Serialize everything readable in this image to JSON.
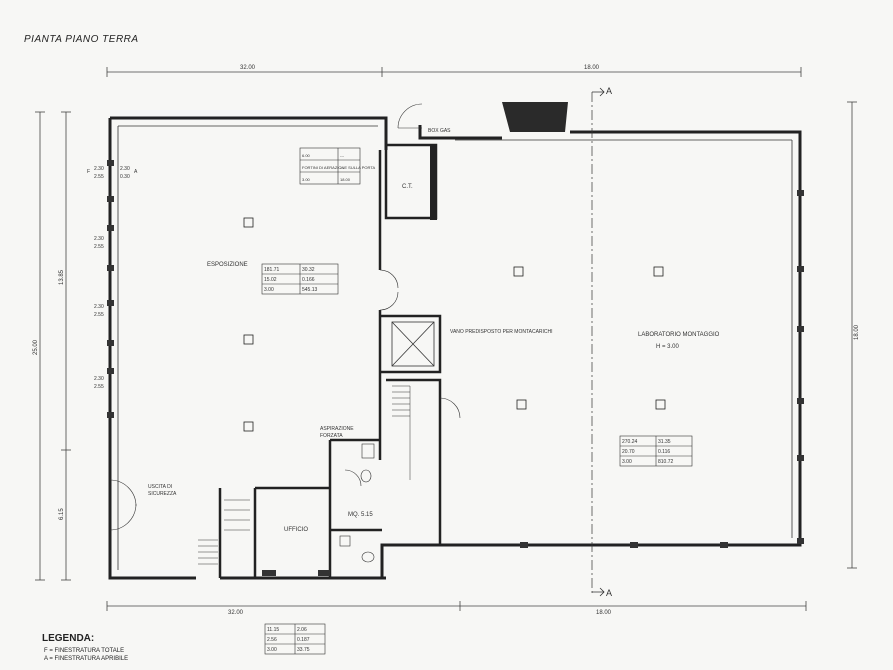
{
  "title": "PIANTA PIANO TERRA",
  "rooms": {
    "esposizione": "ESPOSIZIONE",
    "ct": "C.T.",
    "ufficio": "UFFICIO",
    "laboratorio": "LABORATORIO MONTAGGIO",
    "laboratorio_h": "H = 3.00",
    "wc": "MQ. 5.15",
    "aspirazione_1": "ASPIRAZIONE",
    "aspirazione_2": "FORZATA",
    "uscita_1": "USCITA DI",
    "uscita_2": "SICUREZZA",
    "vano_montacarichi": "VANO PREDISPOSTO PER MONTACARICHI",
    "box_gas": "BOX GAS",
    "section_a": "A"
  },
  "dimensions": {
    "top_left": "32.00",
    "top_right": "18.00",
    "bottom_left": "32.00",
    "bottom_right": "18.00",
    "left_overall": "25.00",
    "left_upper": "13.85",
    "left_lower": "6.15",
    "right_overall": "18.00"
  },
  "window_labels": {
    "w1": "2.30",
    "w2": "2.55",
    "w3": "0.30",
    "f": "F",
    "a": "A"
  },
  "tables": {
    "esposizione": [
      [
        "181.71",
        "30.32"
      ],
      [
        "15.02",
        "0.166"
      ],
      [
        "3.00",
        "545.13"
      ]
    ],
    "laboratorio": [
      [
        "270.24",
        "31.35"
      ],
      [
        "20.70",
        "0.116"
      ],
      [
        "3.00",
        "810.72"
      ]
    ],
    "door_sign": [
      [
        "6.00",
        "---"
      ],
      [
        "FORTINI DI AERAZIONE SULLA PORTA",
        "---"
      ],
      [
        "3.00",
        "18.00"
      ]
    ],
    "ufficio": [
      [
        "11.15",
        "2.06"
      ],
      [
        "2.56",
        "0.187"
      ],
      [
        "3.00",
        "33.75"
      ]
    ]
  },
  "legend": {
    "title": "LEGENDA:",
    "item_f": "F = FINESTRATURA TOTALE",
    "item_a": "A = FINESTRATURA APRIBILE"
  }
}
